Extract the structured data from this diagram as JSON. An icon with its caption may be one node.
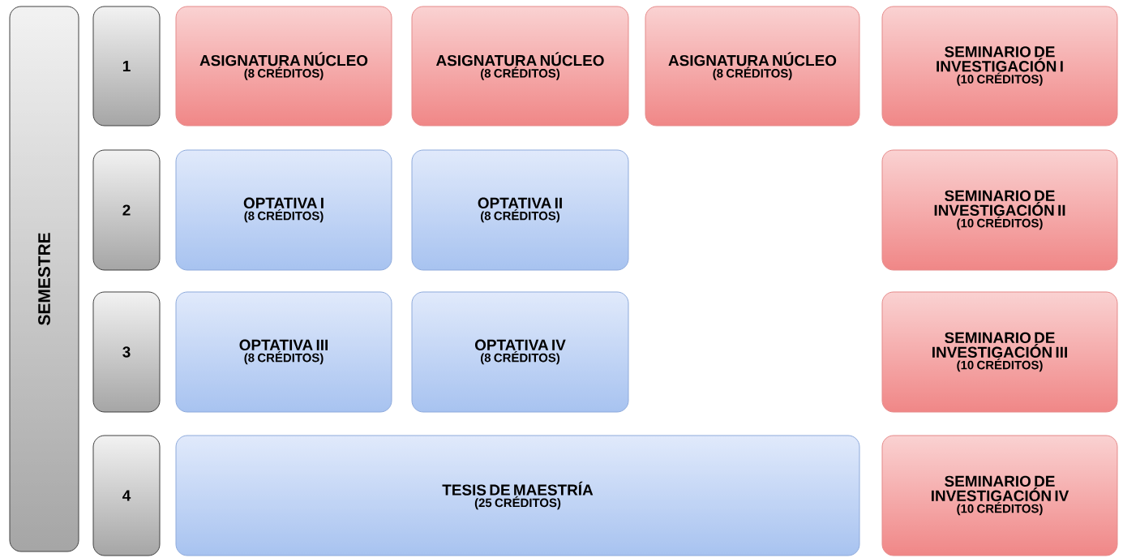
{
  "diagram": {
    "nodes": [
      {
        "text": [
          "SEMESTRE"
        ]
      },
      {
        "text": [
          "1"
        ]
      },
      {
        "text": [
          "ASIGNATURA NÚCLEO",
          "(8 CRÉDITOS)"
        ]
      },
      {
        "text": [
          "ASIGNATURA NÚCLEO",
          "(8 CRÉDITOS)"
        ]
      },
      {
        "text": [
          "ASIGNATURA NÚCLEO",
          "(8 CRÉDITOS)"
        ]
      },
      {
        "text": [
          "SEMINARIO DE INVESTIGACIÓN I",
          "(10 CRÉDITOS)"
        ]
      },
      {
        "text": [
          "2"
        ]
      },
      {
        "text": [
          "OPTATIVA I",
          "(8 CRÉDITOS)"
        ]
      },
      {
        "text": [
          "OPTATIVA II",
          "(8 CRÉDITOS)"
        ]
      },
      {
        "text": [
          "SEMINARIO DE INVESTIGACIÓN II",
          "(10 CRÉDITOS)"
        ]
      },
      {
        "text": [
          "3"
        ]
      },
      {
        "text": [
          "OPTATIVA III",
          "(8 CRÉDITOS)"
        ]
      },
      {
        "text": [
          "OPTATIVA IV",
          "(8 CRÉDITOS)"
        ]
      },
      {
        "text": [
          "SEMINARIO DE INVESTIGACIÓN III",
          "(10 CRÉDITOS)"
        ]
      },
      {
        "text": [
          "4"
        ]
      },
      {
        "text": [
          "TESIS DE MAESTRÍA",
          "(25 CRÉDITOS)"
        ]
      },
      {
        "text": [
          "SEMINARIO DE INVESTIGACIÓN IV",
          "(10 CRÉDITOS)"
        ]
      }
    ]
  }
}
